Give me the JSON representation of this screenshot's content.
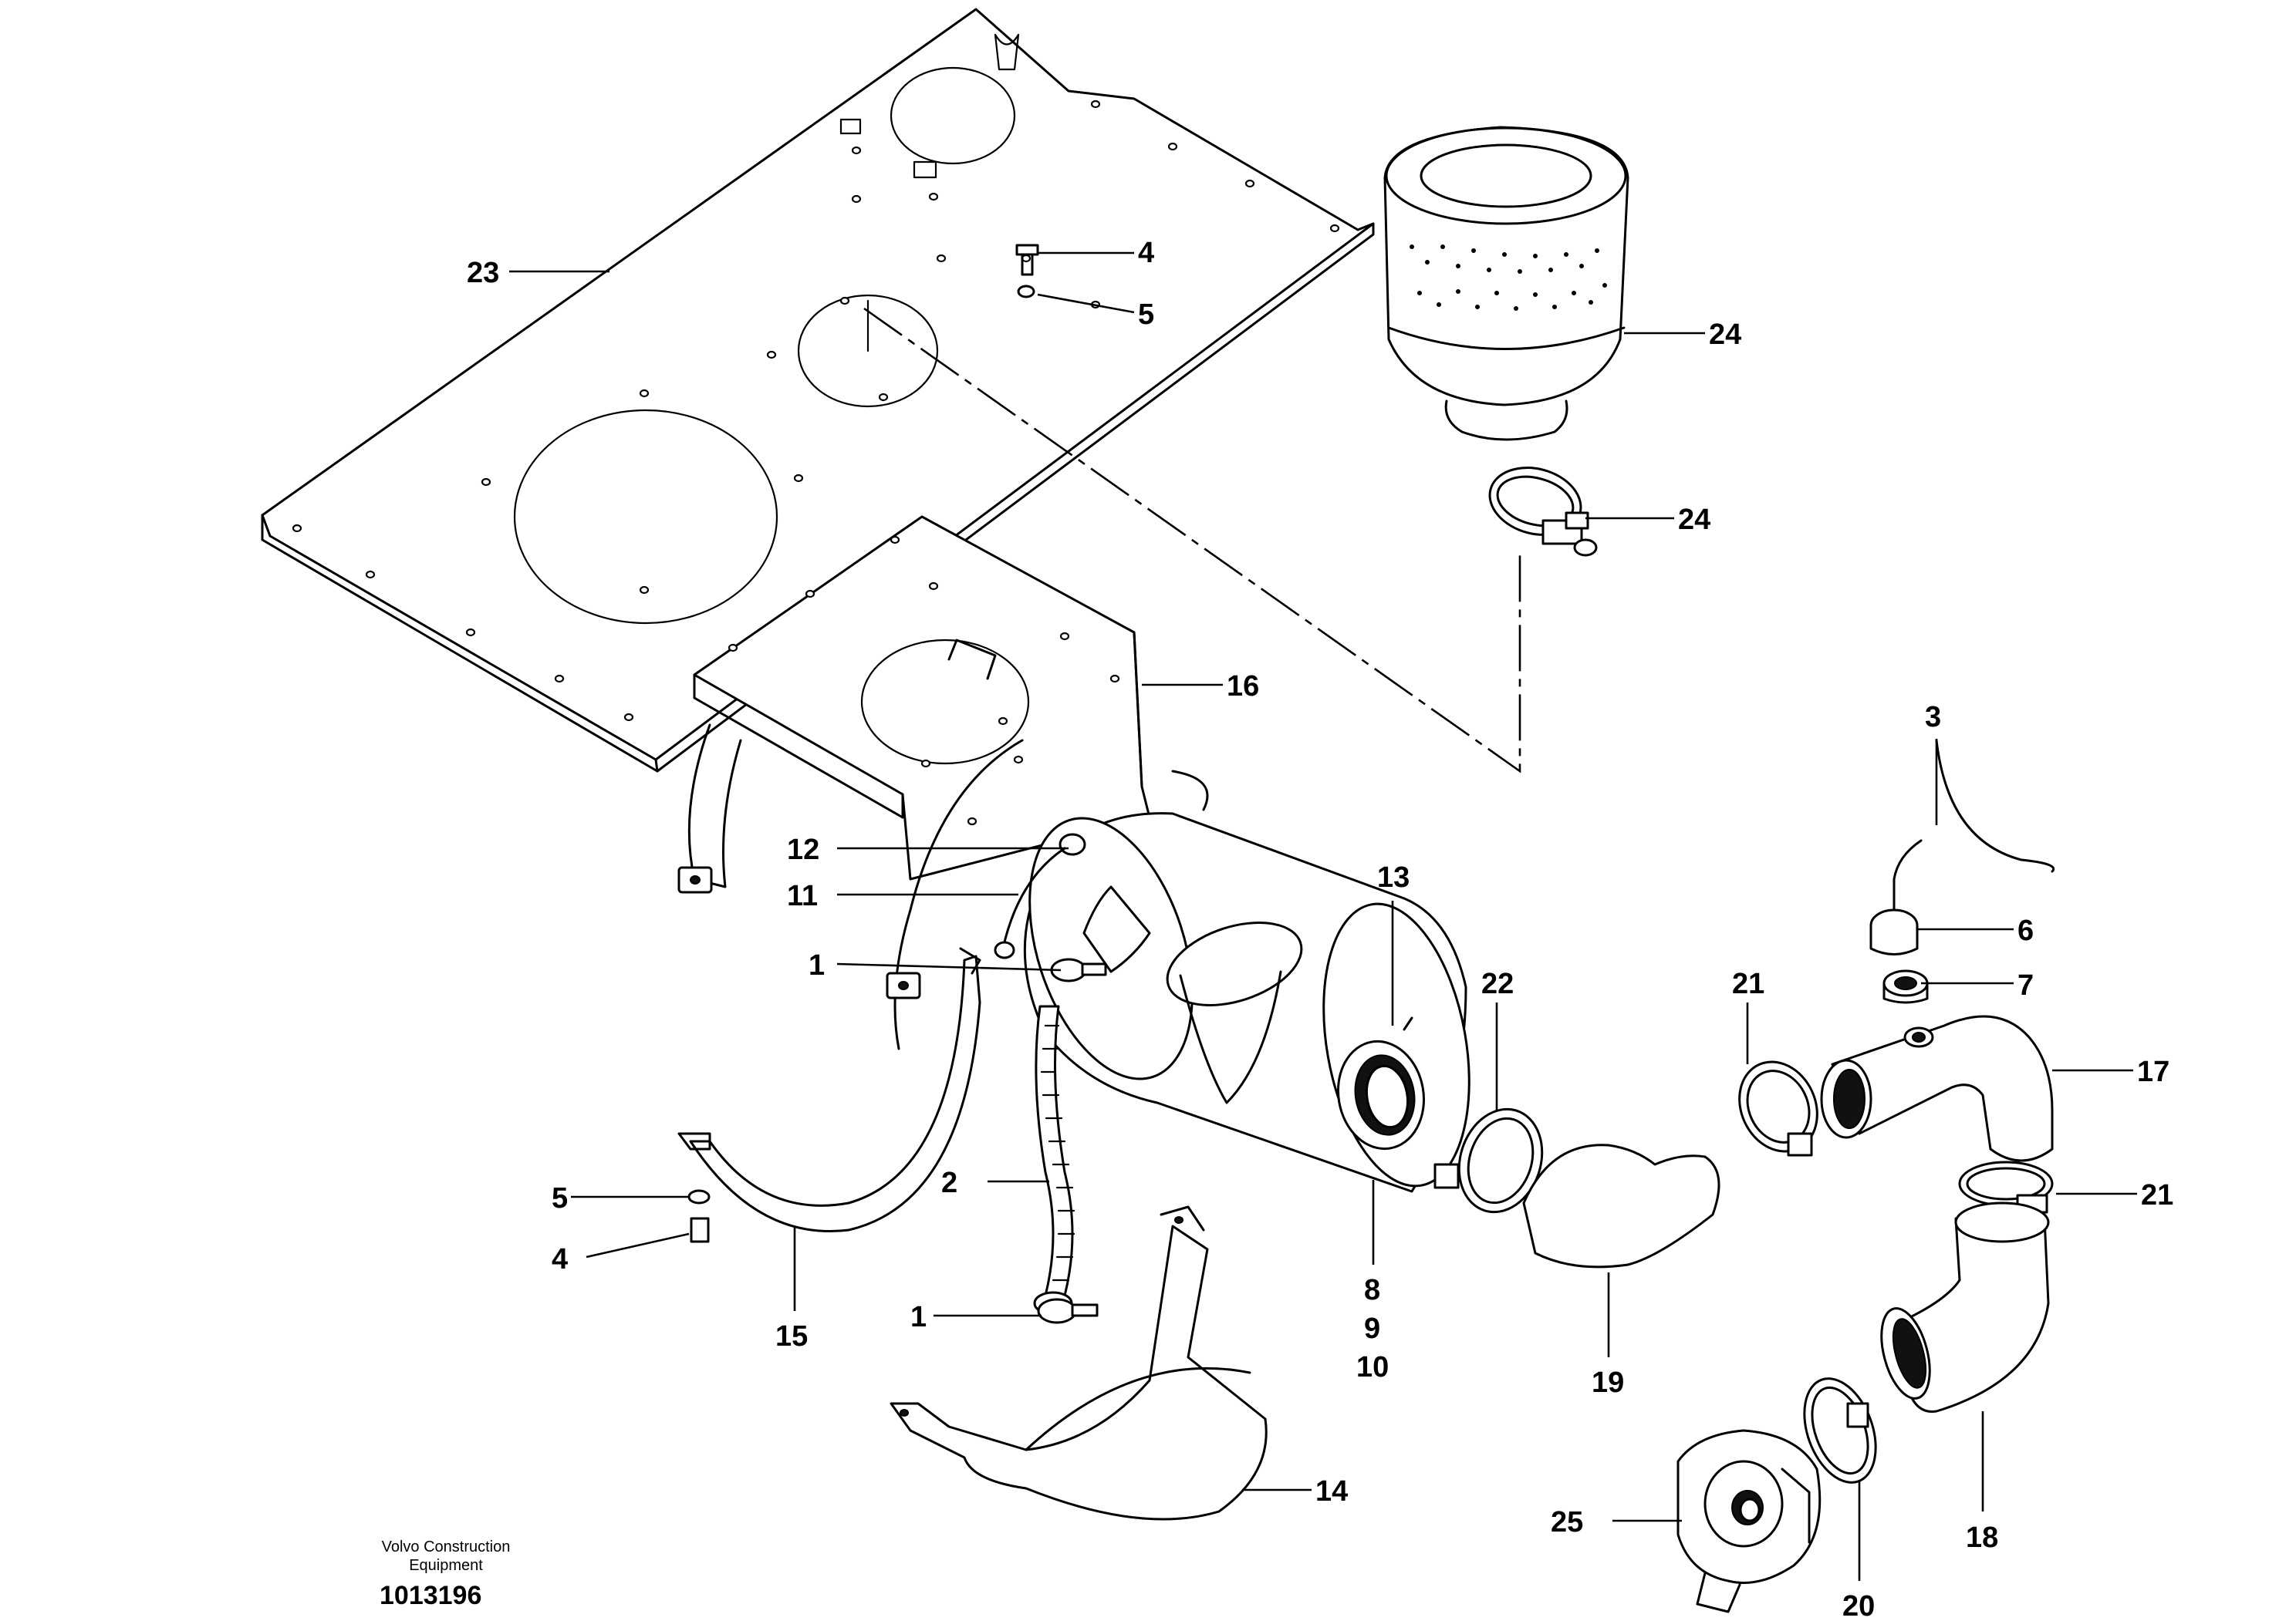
{
  "labels": {
    "p23": "23",
    "p4_top": "4",
    "p5_top": "5",
    "p24_top": "24",
    "p24_mid": "24",
    "p16": "16",
    "p3": "3",
    "p13": "13",
    "p12": "12",
    "p11": "11",
    "p1_top": "1",
    "p22": "22",
    "p21_top": "21",
    "p6": "6",
    "p7": "7",
    "p17": "17",
    "p5_bot": "5",
    "p4_bot": "4",
    "p2": "2",
    "p21_bot": "21",
    "p15": "15",
    "p1_bot": "1",
    "p8": "8",
    "p9": "9",
    "p10": "10",
    "p19": "19",
    "p14": "14",
    "p25": "25",
    "p18": "18",
    "p20": "20"
  },
  "footer": {
    "company_line1": "Volvo Construction",
    "company_line2": "Equipment",
    "drawing_number": "1013196"
  }
}
